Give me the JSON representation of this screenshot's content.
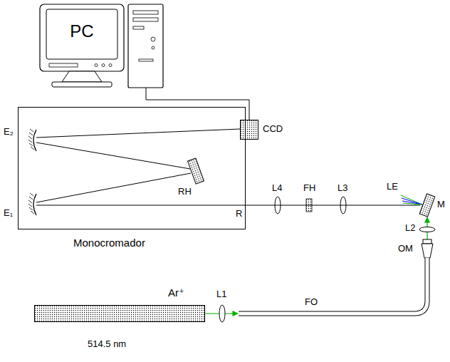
{
  "diagram": {
    "nodes": [
      {
        "text": [
          "PC"
        ]
      },
      {
        "text": [
          "CCD"
        ]
      },
      {
        "text": [
          "Monocromador"
        ]
      },
      {
        "text": [
          "RH"
        ],
        "in": 2
      },
      {
        "text": [
          "M"
        ]
      },
      {
        "text": [
          "Ar⁺",
          "514.5 nm"
        ]
      }
    ],
    "edges": [
      {
        "from": 0,
        "to": 1,
        "arrow": "none"
      },
      {
        "from": 4,
        "to": 2,
        "arrow": "none"
      }
    ],
    "labels": [
      "E₂",
      "E₁",
      "R",
      "L4",
      "FH",
      "L3",
      "LE",
      "L2",
      "OM",
      "L1",
      "FO"
    ]
  }
}
